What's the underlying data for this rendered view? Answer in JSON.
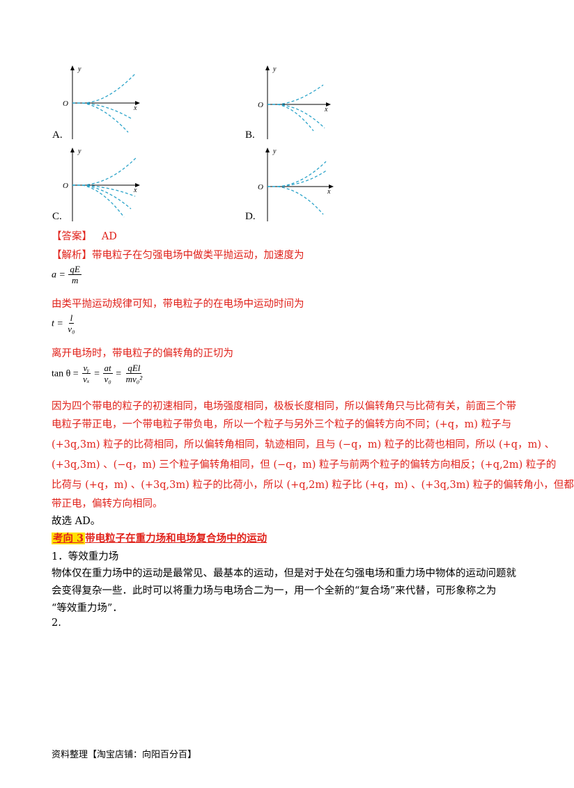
{
  "options": [
    {
      "label": "A.",
      "curves": "two-down-one-up"
    },
    {
      "label": "B.",
      "curves": "one-up-two-down"
    },
    {
      "label": "C.",
      "curves": "one-up-three-down"
    },
    {
      "label": "D.",
      "curves": "two-up-one-down"
    }
  ],
  "axis": {
    "origin": "O",
    "x": "x",
    "y": "y"
  },
  "answer": {
    "tag": "【答案】",
    "value": "AD"
  },
  "analysis": {
    "tag": "【解析】",
    "line1": "带电粒子在匀强电场中做类平抛运动，加速度为",
    "eq1_lhs": "a =",
    "eq1_num": "qE",
    "eq1_den": "m",
    "line2": "由类平抛运动规律可知，带电粒子的在电场中运动时间为",
    "eq2_lhs": "t =",
    "eq2_num": "l",
    "eq2_den": "v₀",
    "line3": "离开电场时，带电粒子的偏转角的正切为",
    "eq3_lhs": "tan θ =",
    "eq3_f1_num": "vᵧ",
    "eq3_f1_den": "vₓ",
    "eq3_f2_num": "at",
    "eq3_f2_den": "v₀",
    "eq3_f3_num": "qEl",
    "eq3_f3_den": "mv₀²",
    "p1": "因为四个带电的粒子的初速相同，电场强度相同，极板长度相同，所以偏转角只与比荷有关，前面三个带",
    "p2": "电粒子带正电，一个带电粒子带负电，所以一个粒子与另外三个粒子的偏转方向不同；(+q，m) 粒子与",
    "p3": "(+3q,3m) 粒子的比荷相同，所以偏转角相同，轨迹相同，且与 (−q，m) 粒子的比荷也相同，所以 (+q，m) 、",
    "p4": "(+3q,3m) 、(−q，m) 三个粒子偏转角相同，但 (−q，m) 粒子与前两个粒子的偏转方向相反；(+q,2m) 粒子的",
    "p5": "比荷与 (+q，m) 、(+3q,3m) 粒子的比荷小，所以 (+q,2m) 粒子比 (+q，m) 、(+3q,3m) 粒子的偏转角小，但都",
    "p6": "带正电，偏转方向相同。",
    "conclusion": "故选 AD。"
  },
  "section": {
    "tag": "考向 3",
    "title": "带电粒子在重力场和电场复合场中的运动",
    "item1": "1．等效重力场",
    "body1": "物体仅在重力场中的运动是最常见、最基本的运动，但是对于处在匀强电场和重力场中物体的运动问题就",
    "body2": "会变得复杂一些．此时可以将重力场与电场合二为一，用一个全新的“复合场”来代替，可形象称之为",
    "body3": "“等效重力场”．",
    "item2": "2."
  },
  "footer": "资料整理【淘宝店铺：向阳百分百】",
  "colors": {
    "accent_red": "#e0221b",
    "curve_blue": "#2aa3c9",
    "highlight": "#ffe000"
  }
}
